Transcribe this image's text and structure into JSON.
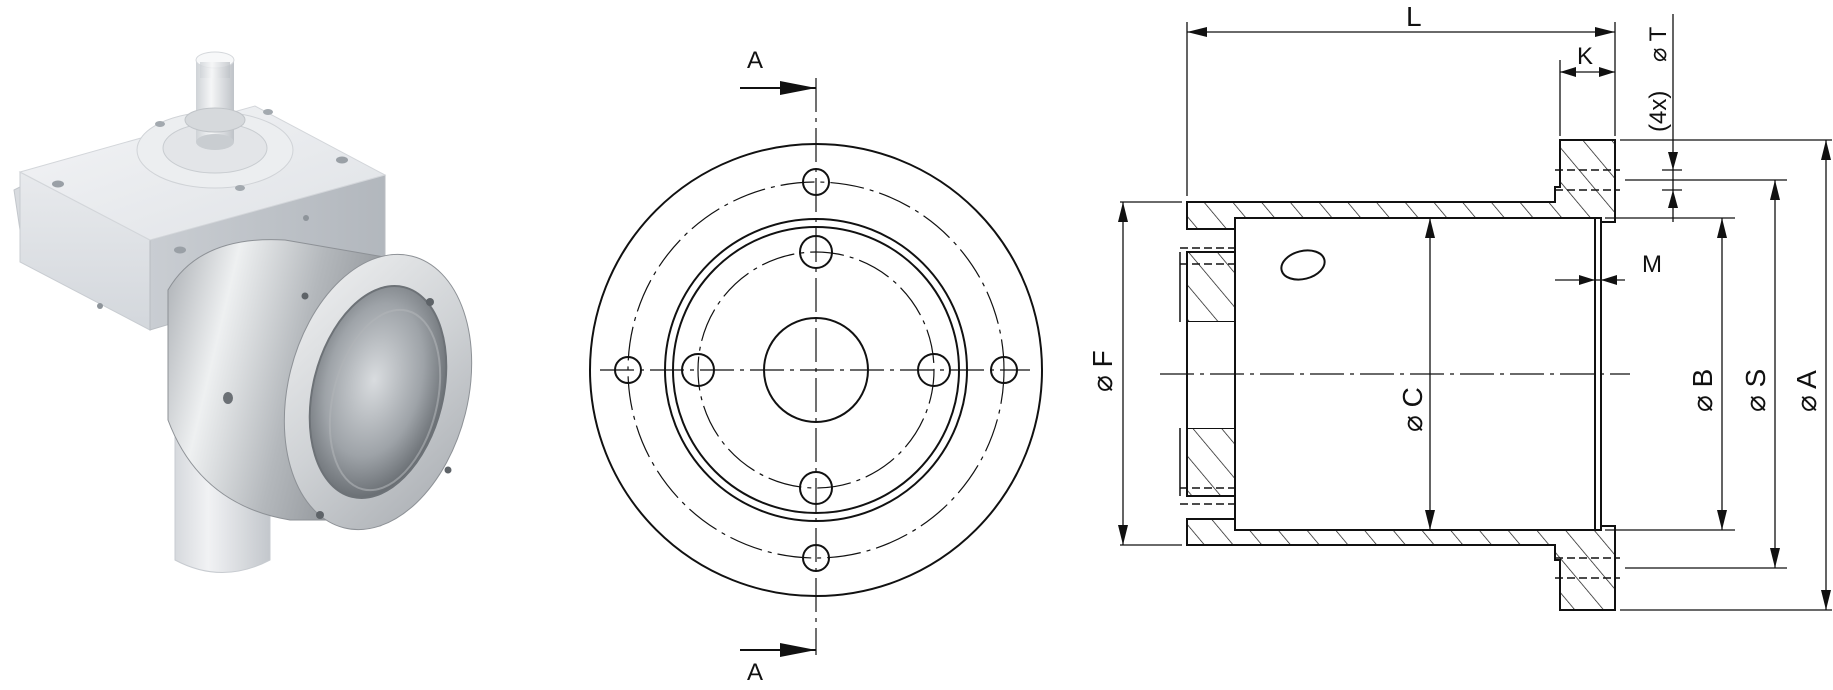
{
  "section_marker": "A",
  "dimensions": {
    "L": "L",
    "K": "K",
    "T": "⌀ T",
    "T_count": "(4x)",
    "M": "M",
    "F": "⌀ F",
    "C": "⌀ C",
    "B": "⌀ B",
    "S": "⌀ S",
    "A": "⌀ A"
  },
  "colors": {
    "line": "#111111",
    "housing_light": "#e9ebee",
    "housing_mid": "#d2d6db",
    "housing_dark": "#b5bac1",
    "steel_light": "#e6e8ea",
    "steel_mid": "#b9bdc1",
    "steel_dark": "#7d8287"
  }
}
